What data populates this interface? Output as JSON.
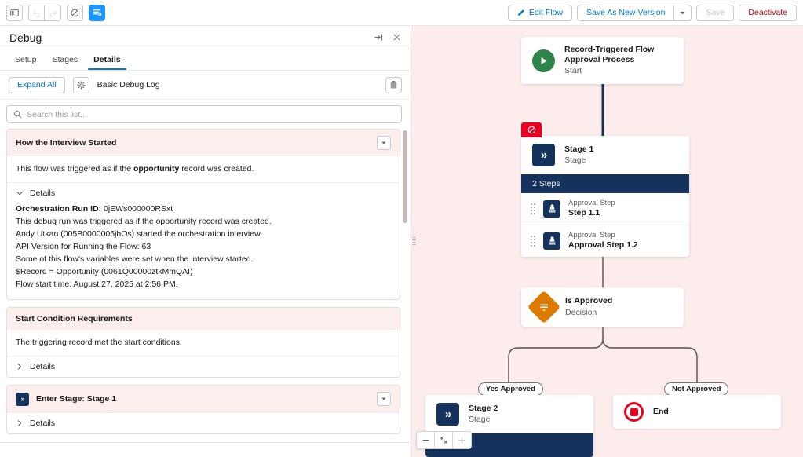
{
  "toolbar": {
    "left_buttons": [
      {
        "name": "toggle-left-panel",
        "icon": "panel-toggle-icon",
        "state": "enabled"
      },
      {
        "name": "undo",
        "icon": "undo-icon",
        "state": "disabled"
      },
      {
        "name": "redo",
        "icon": "redo-icon",
        "state": "disabled"
      },
      {
        "name": "errors",
        "icon": "ban-icon",
        "state": "enabled"
      },
      {
        "name": "debug-details",
        "icon": "debug-list-icon",
        "state": "active"
      }
    ],
    "edit_flow_label": "Edit Flow",
    "save_as_new_version_label": "Save As New Version",
    "save_label": "Save",
    "deactivate_label": "Deactivate",
    "caret_icon": "chevron-down-icon",
    "pencil_icon": "pencil-icon"
  },
  "panel": {
    "title": "Debug",
    "expand_icon": "expand-panel-icon",
    "close_icon": "close-icon",
    "tabs": [
      {
        "label": "Setup",
        "active": false
      },
      {
        "label": "Stages",
        "active": false
      },
      {
        "label": "Details",
        "active": true
      }
    ],
    "expand_all_label": "Expand All",
    "gear_icon": "gear-icon",
    "log_name": "Basic Debug Log",
    "copy_icon": "clipboard-icon",
    "search": {
      "placeholder": "Search this list...",
      "value": "",
      "icon": "search-icon"
    },
    "cards": [
      {
        "title": "How the Interview Started",
        "has_icon": false,
        "has_chevron": true,
        "summary_html": true,
        "summary_parts": [
          {
            "text": "This flow was triggered as if the ",
            "bold": false
          },
          {
            "text": "opportunity",
            "bold": true
          },
          {
            "text": " record was created.",
            "bold": false
          }
        ],
        "details_label": "Details",
        "details_expanded": true,
        "detail_lines": [
          {
            "label": "Orchestration Run ID:",
            "value": " 0jEWs000000RSxt"
          },
          {
            "label": "",
            "value": "This debug run was triggered as if the opportunity record was created."
          },
          {
            "label": "",
            "value": "Andy Utkan (005B0000006jhOs) started the orchestration interview."
          },
          {
            "label": "",
            "value": "API Version for Running the Flow: 63"
          },
          {
            "label": "",
            "value": "Some of this flow's variables were set when the interview started."
          },
          {
            "label": "",
            "value": "$Record = Opportunity (0061Q00000ztkMmQAI)"
          },
          {
            "label": "",
            "value": "Flow start time: August 27, 2025 at 2:56 PM."
          }
        ]
      },
      {
        "title": "Start Condition Requirements",
        "has_icon": false,
        "has_chevron": false,
        "summary_parts": [
          {
            "text": "The triggering record met the start conditions.",
            "bold": false
          }
        ],
        "details_label": "Details",
        "details_expanded": false,
        "detail_lines": []
      },
      {
        "title": "Enter Stage: Stage 1",
        "has_icon": true,
        "icon": "stage-icon",
        "has_chevron": true,
        "summary_parts": [],
        "details_label": "Details",
        "details_expanded": false,
        "detail_lines": []
      }
    ]
  },
  "canvas": {
    "background": "#fdecec",
    "nodes": {
      "start": {
        "name": "Record-Triggered Flow Approval Process",
        "subtitle": "Start",
        "icon": "play-icon",
        "color": "#2e844a"
      },
      "stage1": {
        "name": "Stage 1",
        "subtitle": "Stage",
        "icon": "stage-icon",
        "color": "#14325c",
        "error_badge_icon": "ban-icon",
        "error_badge_color": "#ea001e",
        "steps_label": "2 Steps",
        "steps": [
          {
            "kind": "Approval Step",
            "name": "Step 1.1",
            "icon": "approval-stamp-icon",
            "grip_icon": "drag-grip-icon"
          },
          {
            "kind": "Approval Step",
            "name": "Approval Step 1.2",
            "icon": "approval-stamp-icon",
            "grip_icon": "drag-grip-icon"
          }
        ]
      },
      "decision": {
        "name": "Is Approved",
        "subtitle": "Decision",
        "icon": "decision-icon",
        "color": "#dd7a01"
      },
      "stage2": {
        "name": "Stage 2",
        "subtitle": "Stage",
        "icon": "stage-icon",
        "color": "#14325c"
      },
      "end": {
        "name": "End",
        "icon": "end-icon",
        "color": "#ea001e"
      }
    },
    "branch_labels": [
      {
        "label": "Yes Approved"
      },
      {
        "label": "Not Approved"
      }
    ],
    "zoom_controls": [
      {
        "name": "zoom-out-button",
        "glyph": "−",
        "disabled": false
      },
      {
        "name": "zoom-to-fit-button",
        "glyph": "fit",
        "disabled": false
      },
      {
        "name": "zoom-in-button",
        "glyph": "+",
        "disabled": true
      }
    ]
  }
}
